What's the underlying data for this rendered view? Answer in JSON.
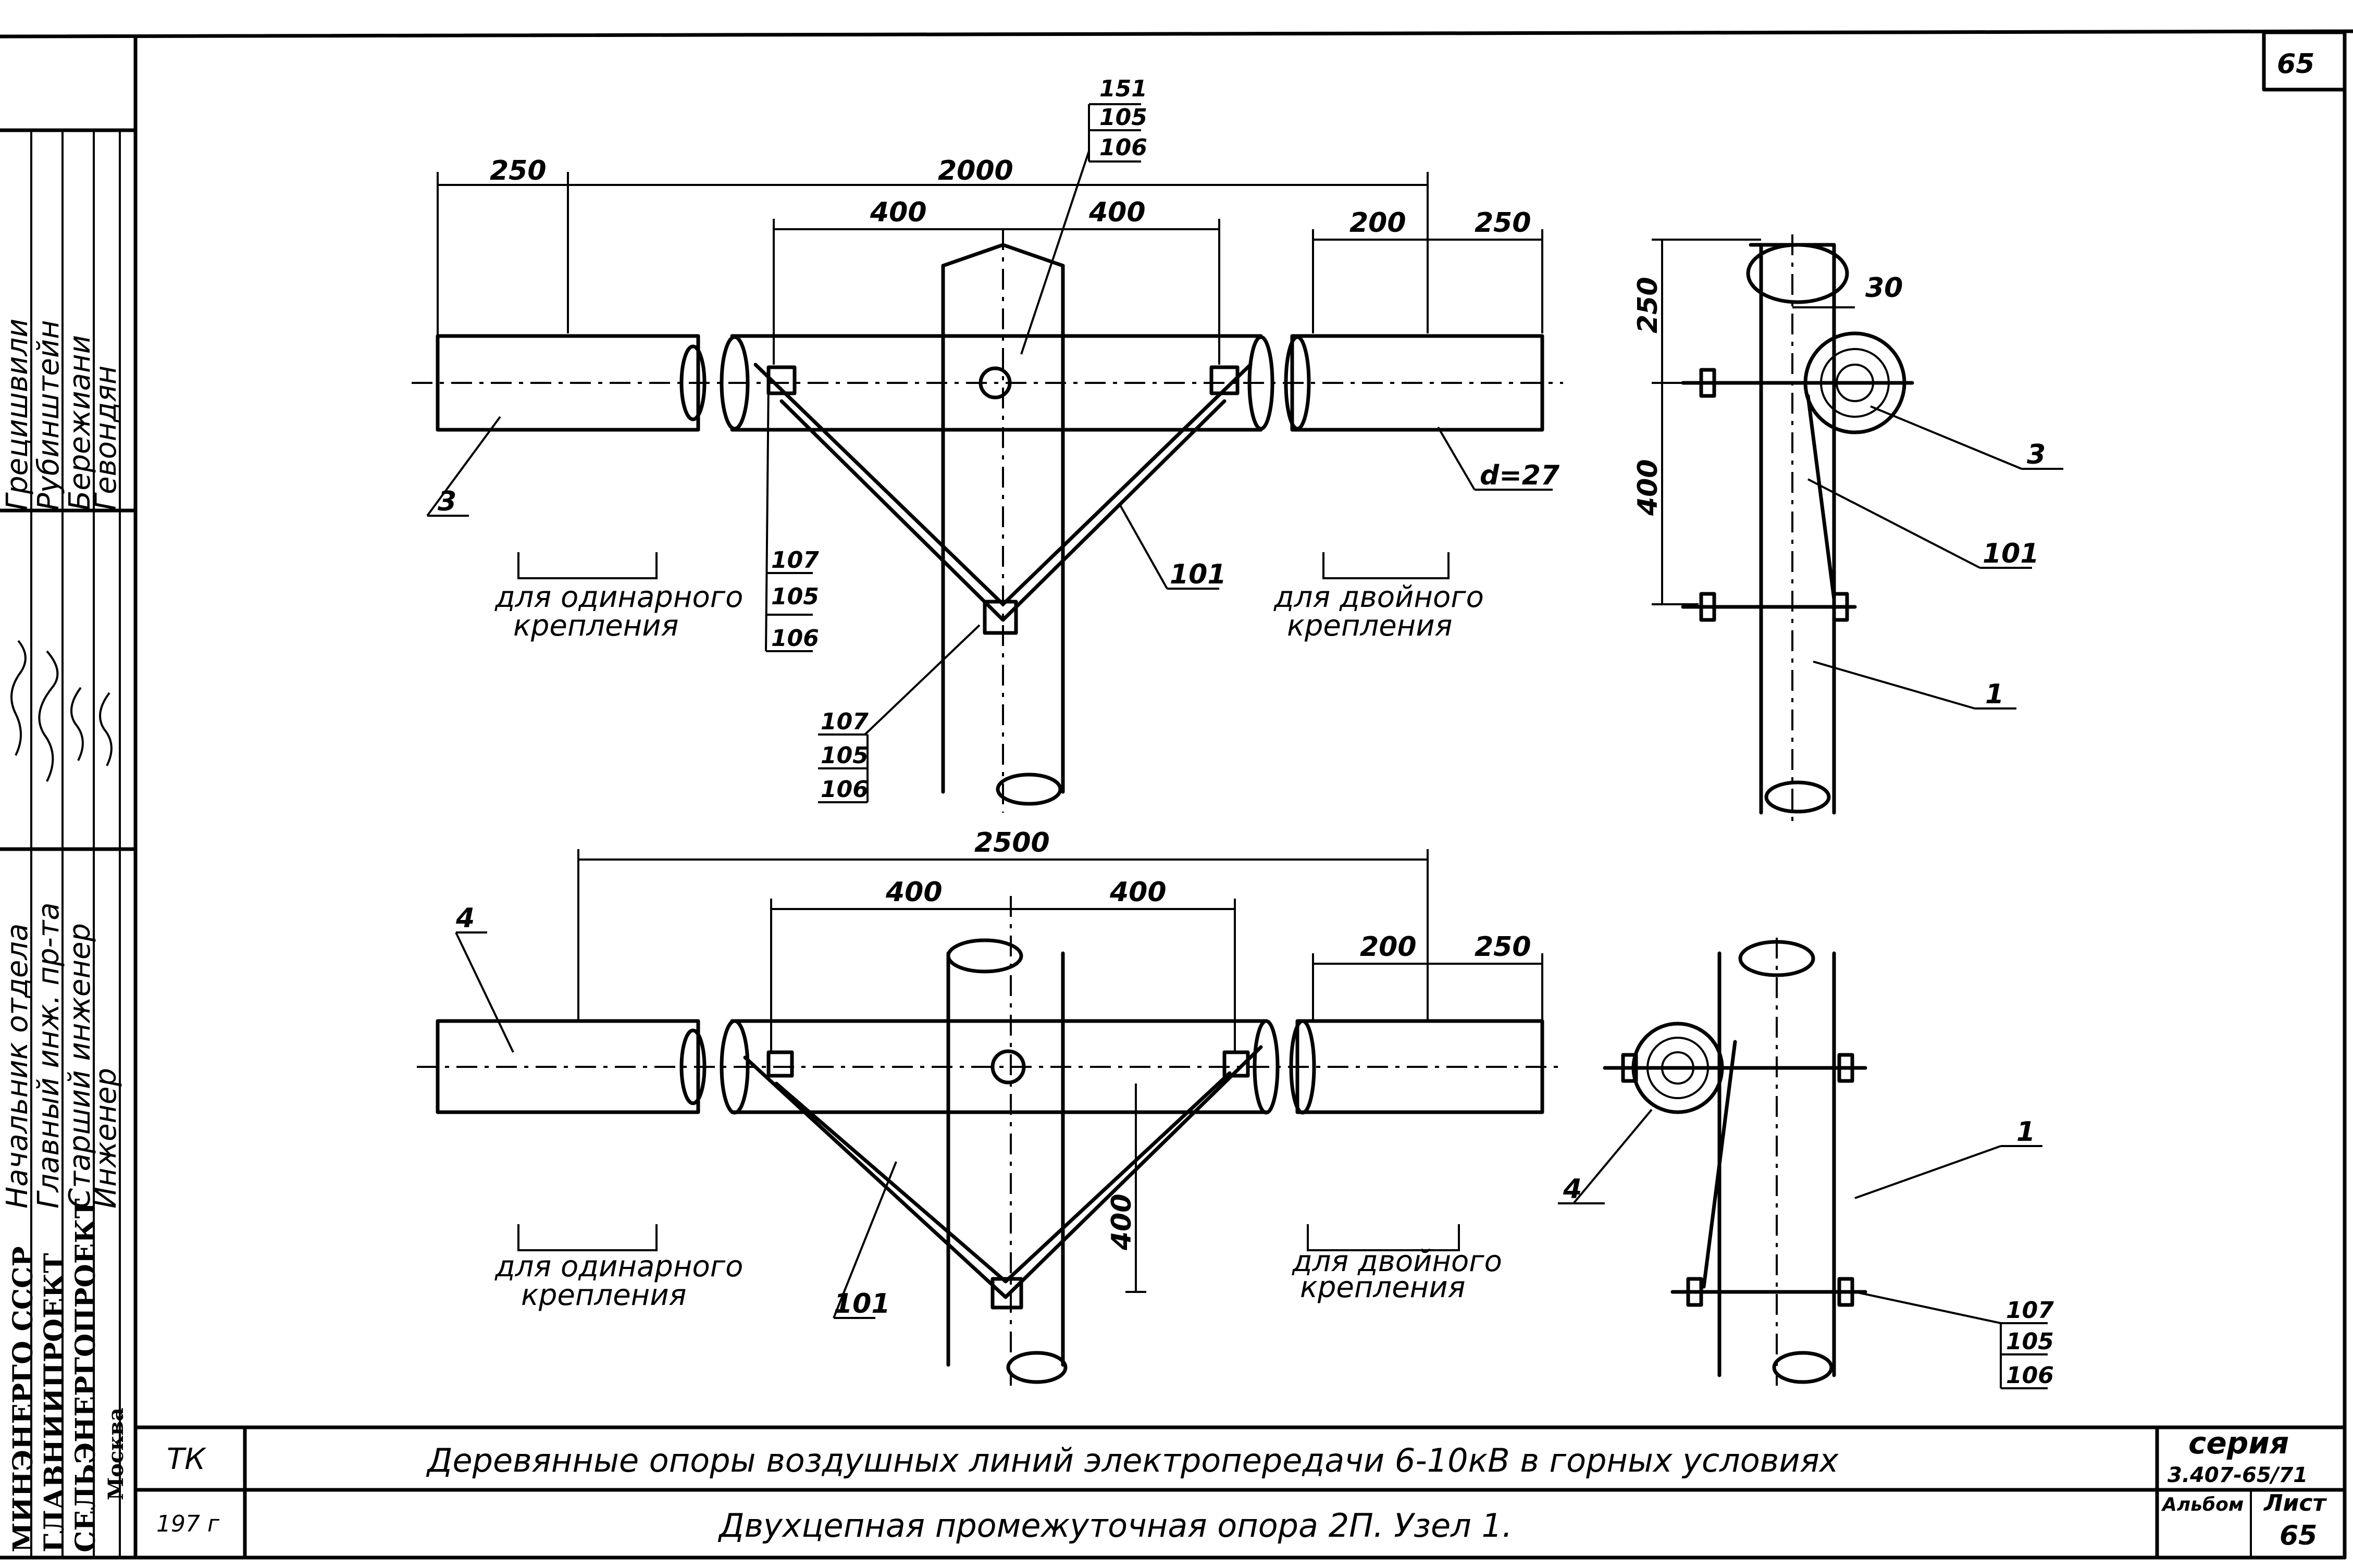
{
  "sheet_number_corner": "65",
  "side_stamp": {
    "org_lines": [
      "МИНЭНЕРГО СССР",
      "ГЛАВНИИПРОЕКТ",
      "СЕЛЬЭНЕРГОПРОЕКТ",
      "Москва"
    ],
    "roles": [
      "Начальник отдела",
      "Главный инж. пр-та",
      "Старший инженер",
      "Инженер"
    ],
    "names": [
      "Грецишвили",
      "Рубинштейн",
      "Бережиани",
      "Гевондян"
    ]
  },
  "top_view": {
    "dims": {
      "d250_left": "250",
      "d2000": "2000",
      "d400_left": "400",
      "d400_right": "400",
      "d200": "200",
      "d250_right": "250"
    },
    "callout_top": [
      "151",
      "105",
      "106"
    ],
    "callout_left": [
      "107",
      "105",
      "106"
    ],
    "callout_bottom": [
      "107",
      "105",
      "106"
    ],
    "label_3": "3",
    "label_101": "101",
    "label_d27": "d=27",
    "note_single": [
      "для одинарного",
      "крепления"
    ],
    "note_double": [
      "для двойного",
      "крепления"
    ]
  },
  "top_side": {
    "dims": {
      "d250": "250",
      "d400": "400",
      "d30": "30"
    },
    "label_3": "3",
    "label_101": "101",
    "label_1": "1"
  },
  "bottom_view": {
    "dims": {
      "d2500": "2500",
      "d400_left": "400",
      "d400_right": "400",
      "d200": "200",
      "d250": "250",
      "d400_vert": "400"
    },
    "label_4": "4",
    "label_101": "101",
    "note_single": [
      "для одинарного",
      "крепления"
    ],
    "note_double": [
      "для двойного",
      "крепления"
    ]
  },
  "bottom_side": {
    "label_4": "4",
    "label_1": "1",
    "callout": [
      "107",
      "105",
      "106"
    ]
  },
  "title_block": {
    "tk": "ТК",
    "year": "197 г",
    "title_main": "Деревянные опоры воздушных линий электропередачи 6-10кВ в горных условиях",
    "title_sub": "Двухцепная промежуточная опора 2П.  Узел 1.",
    "series_label": "серия",
    "series_value": "3.407-65/71",
    "album_label": "Альбом",
    "sheet_label": "Лист",
    "sheet_value": "65"
  }
}
